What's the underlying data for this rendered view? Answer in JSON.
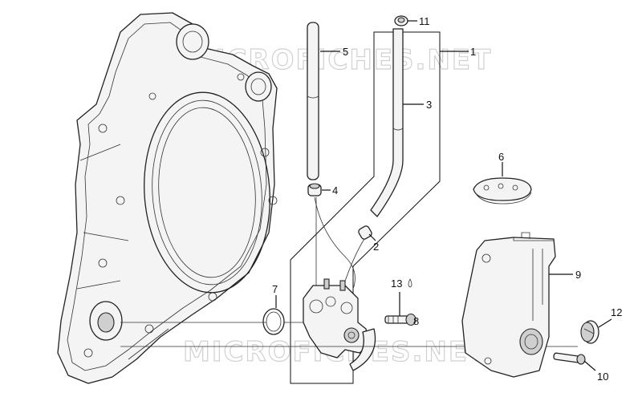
{
  "watermark": "MICROFICHES.NET",
  "callouts": {
    "c1": "1",
    "c2": "2",
    "c3": "3",
    "c4": "4",
    "c5": "5",
    "c6": "6",
    "c7": "7",
    "c8": "8",
    "c9": "9",
    "c10": "10",
    "c11": "11",
    "c12": "12",
    "c13": "13"
  }
}
